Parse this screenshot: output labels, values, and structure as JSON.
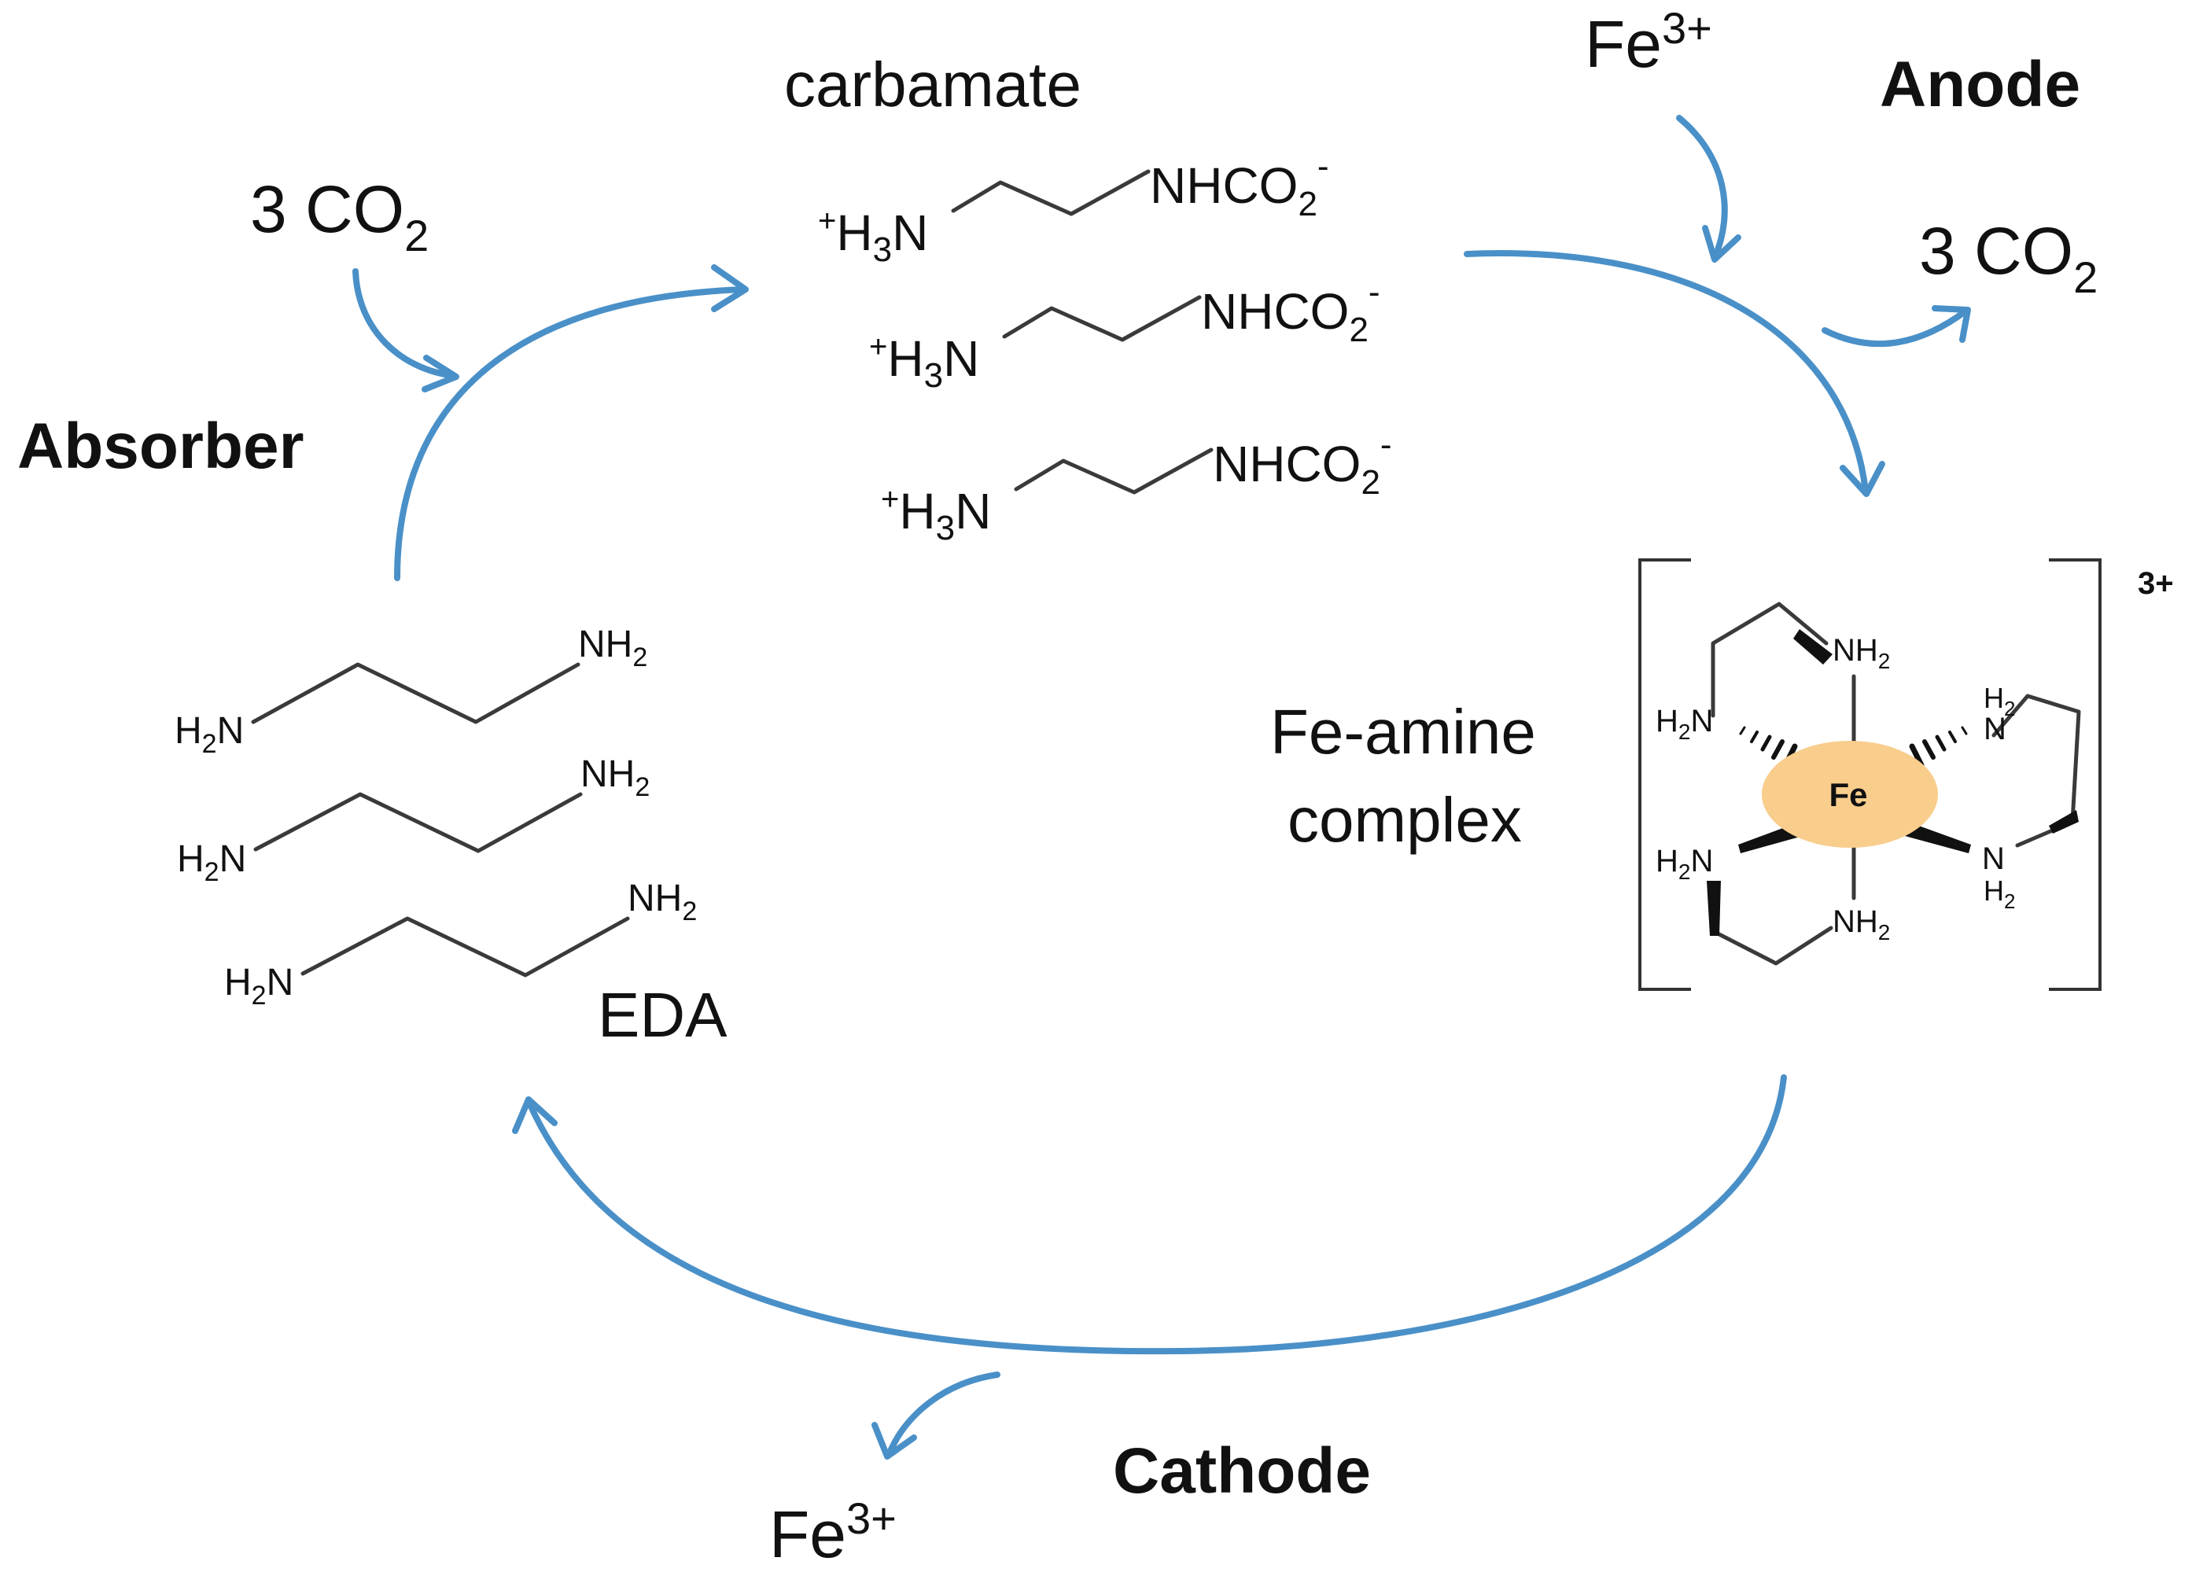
{
  "labels": {
    "absorber": "Absorber",
    "anode": "Anode",
    "cathode": "Cathode",
    "carbamate": "carbamate",
    "eda": "EDA",
    "fe_amine_line1": "Fe-amine",
    "fe_amine_line2": "complex",
    "fe_center": "Fe",
    "charge": "3+"
  },
  "species": {
    "co2_coefficient": "3 CO",
    "co2_subscript": "2",
    "fe_symbol": "Fe",
    "fe_charge": "3+"
  },
  "carbamate_molecule": {
    "plus": "+",
    "h": "H",
    "sub3": "3",
    "n": "N",
    "nhco": "NHCO",
    "sub2": "2",
    "minus": "-"
  },
  "eda_molecule": {
    "h": "H",
    "sub2": "2",
    "n": "N",
    "nh": "NH"
  },
  "complex_ligands": {
    "nh": "NH",
    "sub2": "2",
    "h": "H",
    "n": "N"
  },
  "colors": {
    "arrow": "#4a90c8",
    "fe_ellipse": "#f9cd8c"
  }
}
